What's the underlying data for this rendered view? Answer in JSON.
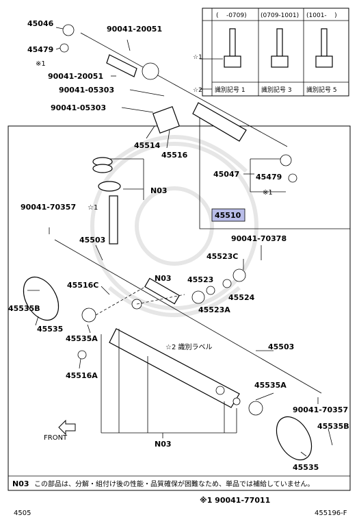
{
  "callouts": {
    "p45046": "45046",
    "p45479_l": "45479",
    "note1_l": "※1",
    "p90041_20051_top": "90041-20051",
    "p90041_20051_mid": "90041-20051",
    "p90041_05303_a": "90041-05303",
    "p90041_05303_b": "90041-05303",
    "p45514": "45514",
    "p45516": "45516",
    "p45047": "45047",
    "p45479_r": "45479",
    "note1_r": "※1",
    "pN03_top": "N03",
    "p90041_70357_l": "90041-70357",
    "star1": "☆1",
    "p45510": "45510",
    "p45503_top": "45503",
    "p90041_70378": "90041-70378",
    "p45523C": "45523C",
    "p45516C": "45516C",
    "pN03_mid": "N03",
    "p45523": "45523",
    "p45535B_l": "45535B",
    "p45524": "45524",
    "p45523A": "45523A",
    "p45535_l": "45535",
    "p45535A_l": "45535A",
    "star2_label": "☆2 識別ラベル",
    "p45503_bot": "45503",
    "p45516A": "45516A",
    "p45535A_r": "45535A",
    "p90041_70357_r": "90041-70357",
    "front": "FRONT",
    "p45535B_r": "45535B",
    "pN03_bot": "N03",
    "p45535_r": "45535"
  },
  "id_table": {
    "headers": [
      "(    -0709)",
      "(0709-1001)",
      "(1001-    )"
    ],
    "row1_label": "☆1",
    "row2_label": "☆2",
    "codes": [
      "識別記号 1",
      "識別記号 3",
      "識別記号 5"
    ]
  },
  "footnote": {
    "code": "N03",
    "text": "この部品は、分解・組付け後の性能・品質確保が困難なため、単品では補給していません。"
  },
  "bottom": {
    "note_part": "※1 90041-77011",
    "left_code": "4505",
    "right_code": "455196-F"
  }
}
